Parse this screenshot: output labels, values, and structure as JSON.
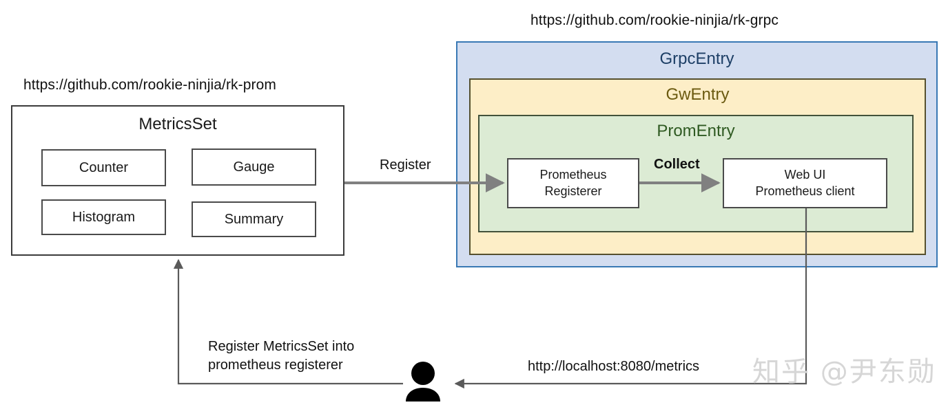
{
  "diagram": {
    "title": "rk-prom / rk-grpc prometheus integration",
    "captions": {
      "left_repo": "https://github.com/rookie-ninjia/rk-prom",
      "right_repo": "https://github.com/rookie-ninjia/rk-grpc"
    },
    "left_group": {
      "title": "MetricsSet",
      "chips": [
        {
          "label": "Counter"
        },
        {
          "label": "Gauge"
        },
        {
          "label": "Histogram"
        },
        {
          "label": "Summary"
        }
      ]
    },
    "right_group": {
      "outer_title": "GrpcEntry",
      "middle_title": "GwEntry",
      "inner_title": "PromEntry",
      "nodes": [
        {
          "line1": "Prometheus",
          "line2": "Registerer"
        },
        {
          "line1": "Web UI",
          "line2": "Prometheus client"
        }
      ]
    },
    "arrows": {
      "register": "Register",
      "collect": "Collect",
      "metrics_url": "http://localhost:8080/metrics",
      "register_metricsset": "Register MetricsSet into\nprometheus registerer"
    },
    "actor": {
      "name": "user"
    },
    "watermark": "知乎 @尹东勋",
    "colors": {
      "grpc_entry_fill": "#d3ddf0",
      "grpc_entry_stroke": "#3878b4",
      "gw_entry_fill": "#fdeec7",
      "gw_entry_stroke": "#55502e",
      "prom_entry_fill": "#dcebd4",
      "prom_entry_stroke": "#42513a",
      "node_stroke": "#4a4a4a",
      "arrow_gray": "#808080",
      "arrow_dark": "#595959",
      "background": "#ffffff"
    }
  }
}
